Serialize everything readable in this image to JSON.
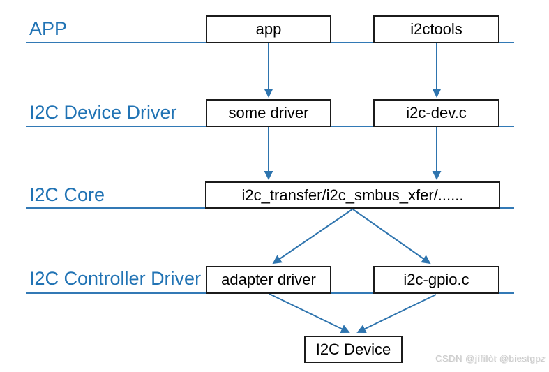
{
  "diagram": {
    "layers": [
      {
        "label": "APP"
      },
      {
        "label": "I2C Device Driver"
      },
      {
        "label": "I2C Core"
      },
      {
        "label": "I2C Controller Driver"
      }
    ],
    "nodes": {
      "app": {
        "label": "app"
      },
      "i2ctools": {
        "label": "i2ctools"
      },
      "some_driver": {
        "label": "some driver"
      },
      "i2c_dev": {
        "label": "i2c-dev.c"
      },
      "i2c_core": {
        "label": "i2c_transfer/i2c_smbus_xfer/......"
      },
      "adapter_driver": {
        "label": "adapter driver"
      },
      "i2c_gpio": {
        "label": "i2c-gpio.c"
      },
      "i2c_device": {
        "label": "I2C Device"
      }
    },
    "edges": [
      {
        "from": "app",
        "to": "some_driver"
      },
      {
        "from": "i2ctools",
        "to": "i2c_dev"
      },
      {
        "from": "some_driver",
        "to": "i2c_core"
      },
      {
        "from": "i2c_dev",
        "to": "i2c_core"
      },
      {
        "from": "i2c_core",
        "to": "adapter_driver"
      },
      {
        "from": "i2c_core",
        "to": "i2c_gpio"
      },
      {
        "from": "adapter_driver",
        "to": "i2c_device"
      },
      {
        "from": "i2c_gpio",
        "to": "i2c_device"
      }
    ],
    "colors": {
      "label_blue": "#2173B4",
      "line_blue": "#3279B5",
      "arrow_blue": "#2E74AE",
      "box_border": "#1b1b1b",
      "box_fill": "#ffffff",
      "watermark_gray": "#cbcbcb"
    },
    "watermark": "CSDN @jífílòt @biestgpz"
  }
}
